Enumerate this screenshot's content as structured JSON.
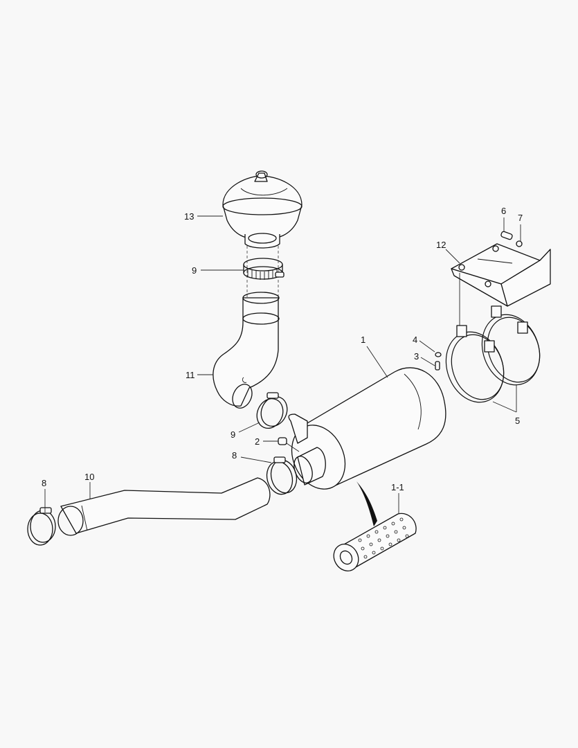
{
  "diagram": {
    "type": "exploded-parts-diagram",
    "background": "#f8f8f8",
    "line_color": "#111111",
    "callouts": [
      {
        "id": "c1",
        "label": "1",
        "part": "air-cleaner-housing"
      },
      {
        "id": "c1-1",
        "label": "1-1",
        "part": "filter-element"
      },
      {
        "id": "c2",
        "label": "2",
        "part": "fitting"
      },
      {
        "id": "c3",
        "label": "3",
        "part": "bolt"
      },
      {
        "id": "c4",
        "label": "4",
        "part": "washer"
      },
      {
        "id": "c5",
        "label": "5",
        "part": "mounting-band"
      },
      {
        "id": "c6",
        "label": "6",
        "part": "bolt"
      },
      {
        "id": "c7",
        "label": "7",
        "part": "washer"
      },
      {
        "id": "c8a",
        "label": "8",
        "part": "hose-clamp"
      },
      {
        "id": "c8b",
        "label": "8",
        "part": "hose-clamp"
      },
      {
        "id": "c9a",
        "label": "9",
        "part": "hose-clamp"
      },
      {
        "id": "c9b",
        "label": "9",
        "part": "hose-clamp"
      },
      {
        "id": "c10",
        "label": "10",
        "part": "intake-hose"
      },
      {
        "id": "c11",
        "label": "11",
        "part": "elbow-hose"
      },
      {
        "id": "c12",
        "label": "12",
        "part": "bracket"
      },
      {
        "id": "c13",
        "label": "13",
        "part": "pre-cleaner-cap"
      }
    ]
  }
}
